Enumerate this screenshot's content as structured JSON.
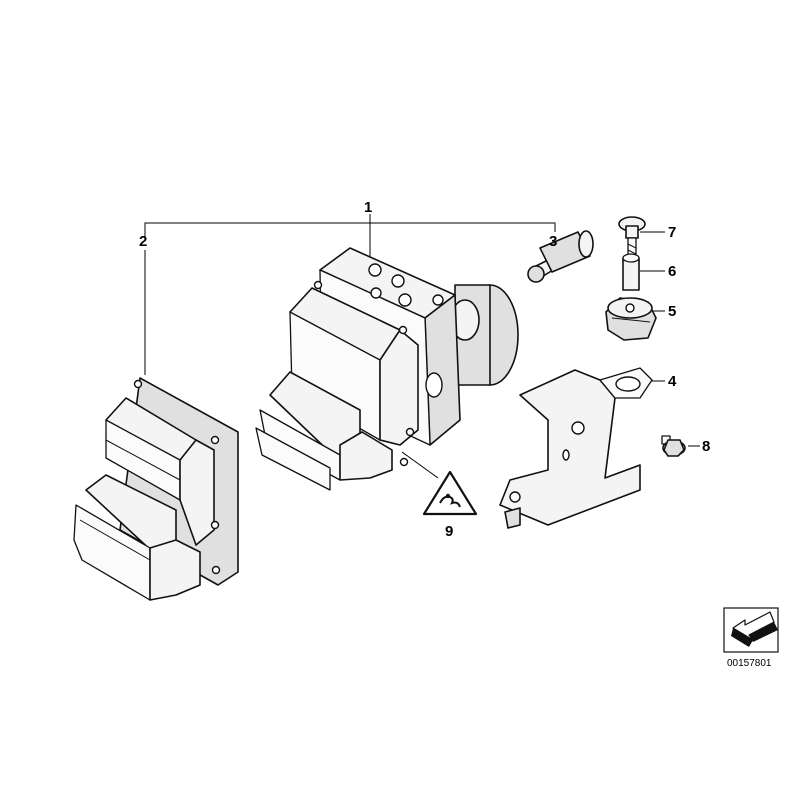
{
  "diagram": {
    "callouts": [
      {
        "id": "1",
        "label": "1",
        "part": "hydraulic-unit"
      },
      {
        "id": "2",
        "label": "2",
        "part": "control-unit"
      },
      {
        "id": "3",
        "label": "3",
        "part": "pressure-sensor"
      },
      {
        "id": "4",
        "label": "4",
        "part": "bracket"
      },
      {
        "id": "5",
        "label": "5",
        "part": "rubber-mount"
      },
      {
        "id": "6",
        "label": "6",
        "part": "bushing"
      },
      {
        "id": "7",
        "label": "7",
        "part": "bolt"
      },
      {
        "id": "8",
        "label": "8",
        "part": "flange-screw"
      },
      {
        "id": "9",
        "label": "9",
        "part": "warning-label"
      }
    ],
    "document_number": "00157801",
    "icons": {
      "view-direction": "arrow-icon",
      "warning-label": "warning-triangle-icon"
    },
    "colors": {
      "line": "#000000",
      "part_fill": "#f4f4f4",
      "background": "#ffffff"
    }
  }
}
